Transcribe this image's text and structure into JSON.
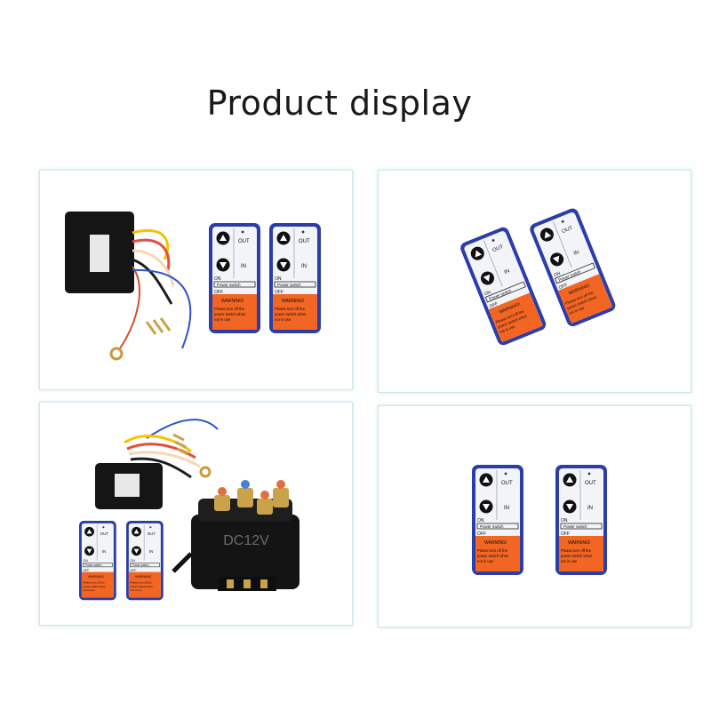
{
  "page": {
    "title": "Product display"
  },
  "remote": {
    "out_label": "OUT",
    "in_label": "IN",
    "on_label": "ON",
    "off_label": "OFF",
    "power_switch_label": "Power switch",
    "warning_label": "WARNING!",
    "warning_text_1": "Please turn off the",
    "warning_text_2": "power switch when",
    "warning_text_3": "not in use"
  },
  "contactor": {
    "label": "DC12V"
  },
  "colors": {
    "remote_blue": "#2b3ea8",
    "remote_face": "#f2f4f8",
    "warning_orange": "#f26522",
    "panel_border": "#cfe6ea",
    "receiver_black": "#151515"
  },
  "icons": [
    "up-arrow-icon",
    "down-arrow-icon"
  ]
}
